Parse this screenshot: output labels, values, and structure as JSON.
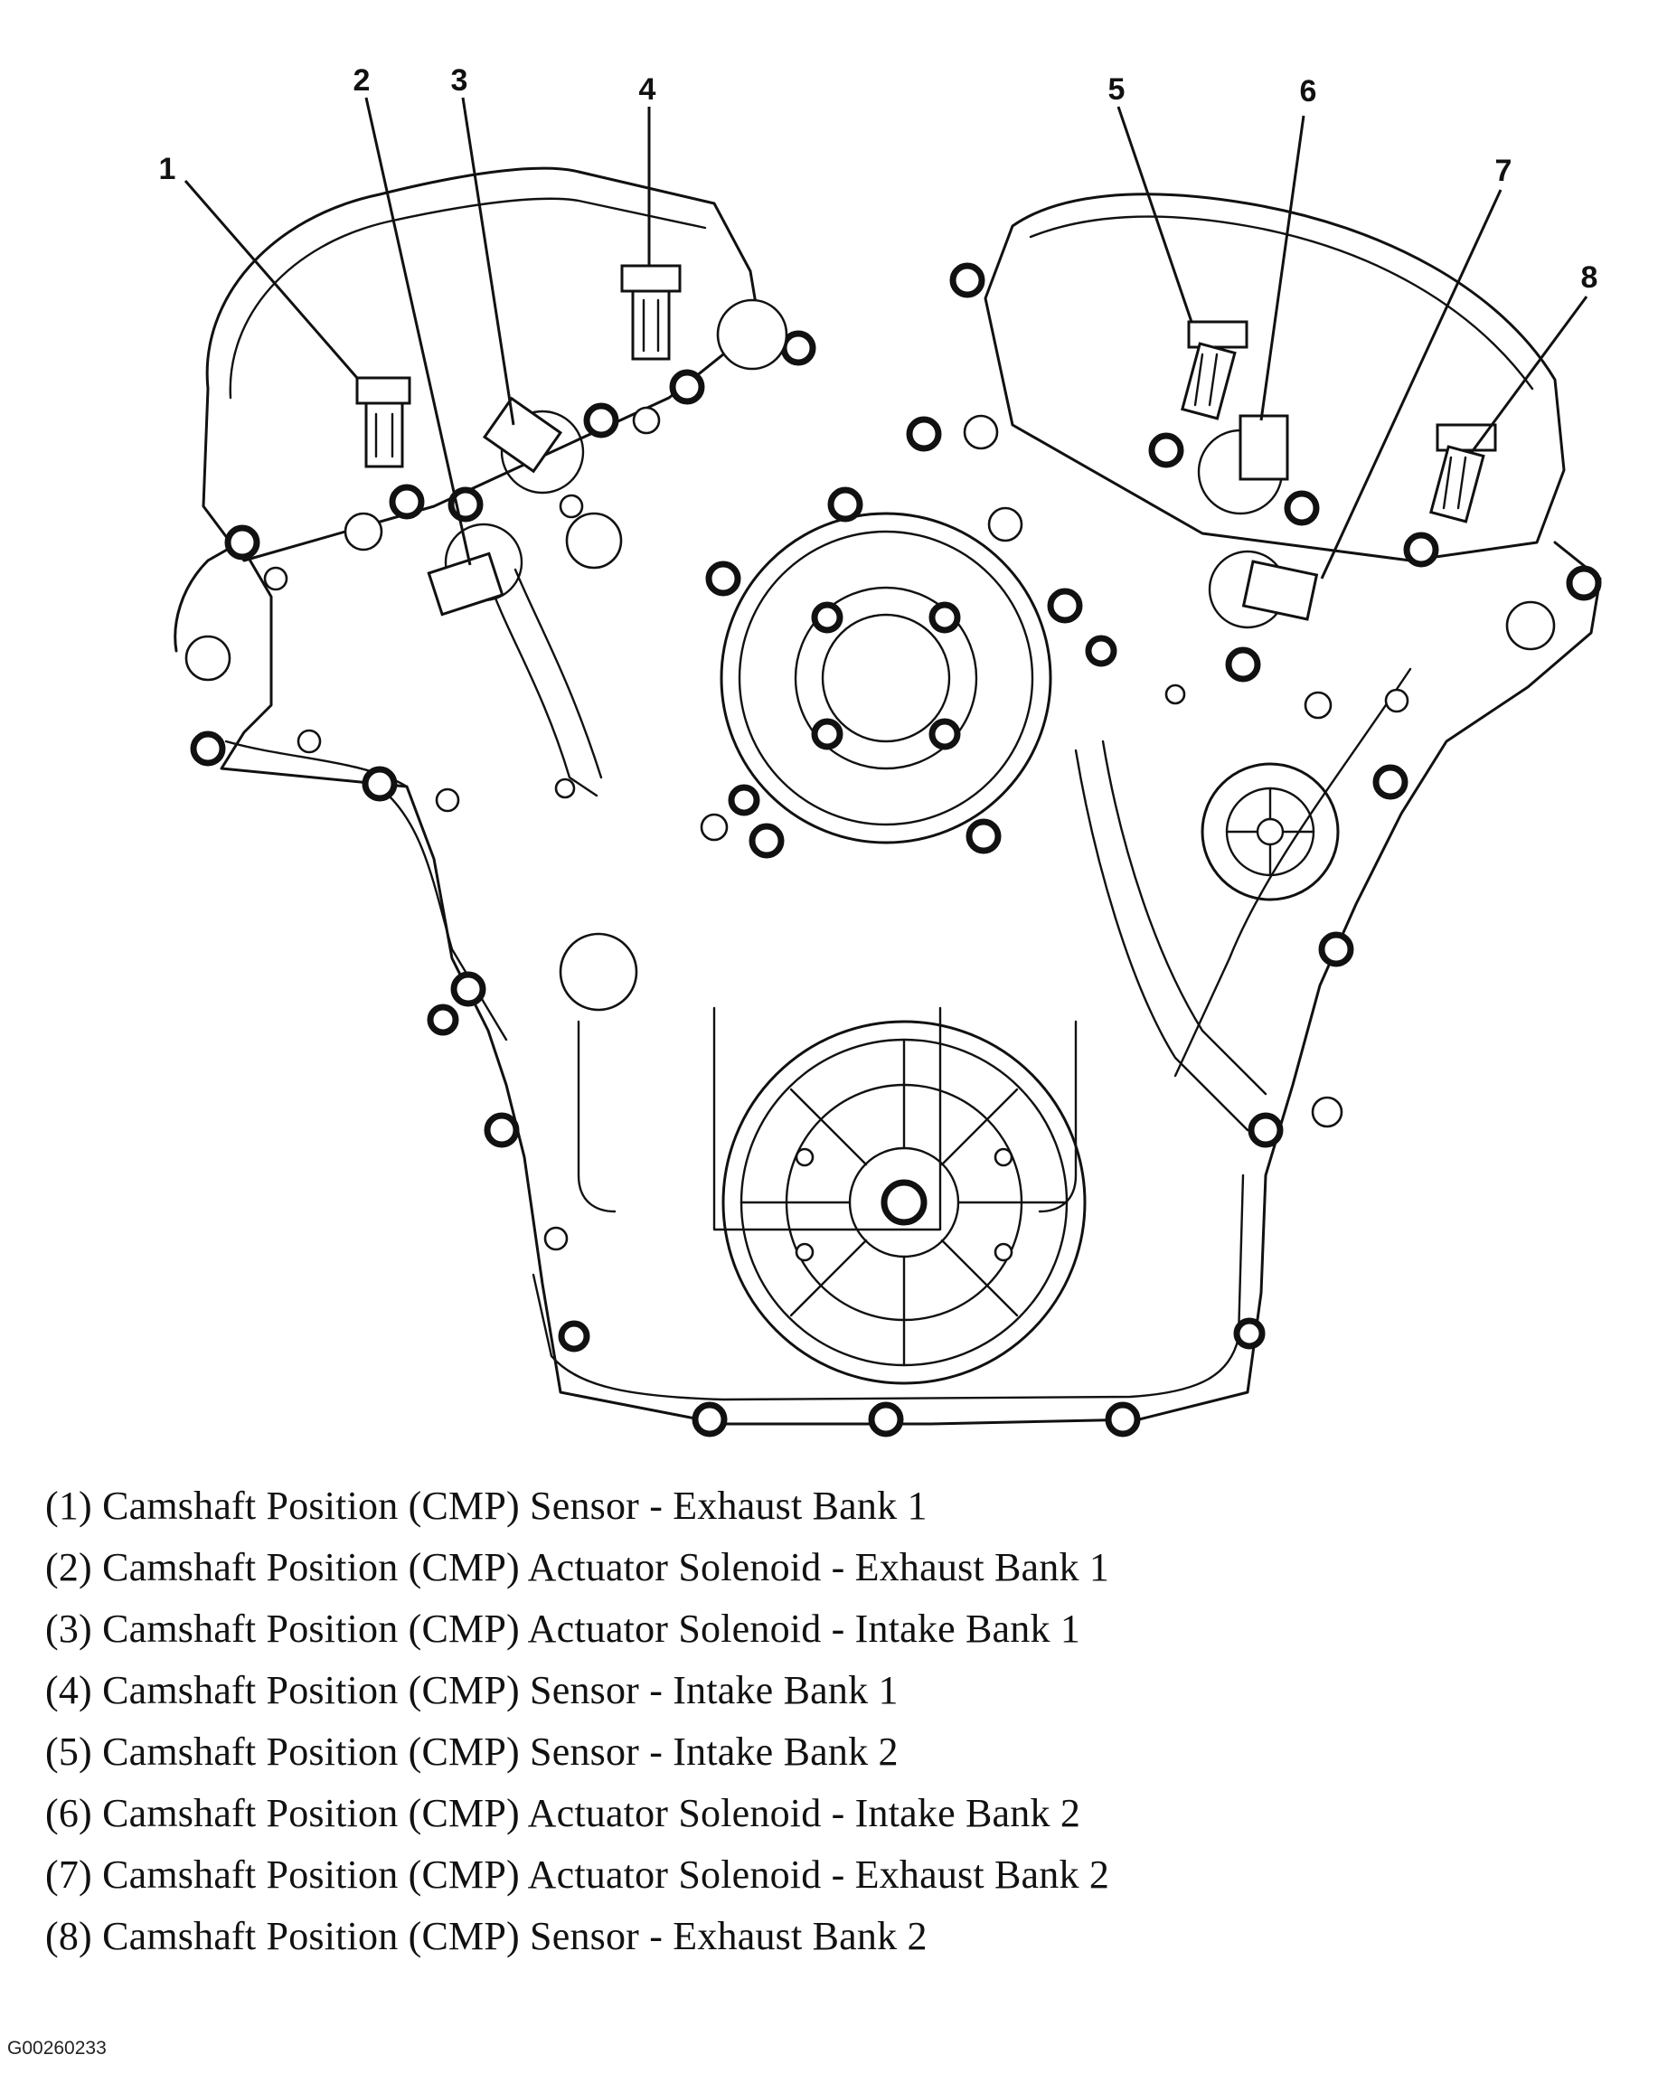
{
  "diagram": {
    "callouts": [
      "1",
      "2",
      "3",
      "4",
      "5",
      "6",
      "7",
      "8"
    ]
  },
  "legend": [
    "(1) Camshaft Position (CMP) Sensor - Exhaust Bank 1",
    "(2) Camshaft Position (CMP) Actuator Solenoid - Exhaust Bank 1",
    "(3) Camshaft Position (CMP) Actuator Solenoid - Intake Bank 1",
    "(4) Camshaft Position (CMP) Sensor - Intake Bank 1",
    "(5) Camshaft Position (CMP) Sensor - Intake Bank 2",
    "(6) Camshaft Position (CMP) Actuator Solenoid - Intake Bank 2",
    "(7) Camshaft Position (CMP) Actuator Solenoid - Exhaust Bank 2",
    "(8) Camshaft Position (CMP) Sensor - Exhaust Bank 2"
  ],
  "figure_id": "G00260233",
  "colors": {
    "ink": "#111111",
    "paper": "#ffffff"
  }
}
